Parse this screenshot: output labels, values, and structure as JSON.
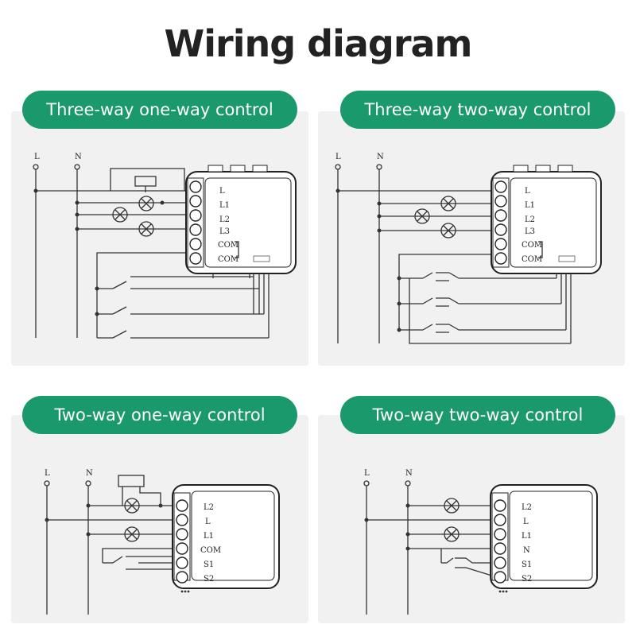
{
  "title": "Wiring diagram",
  "accent_color": "#1a9a6c",
  "panels": [
    {
      "heading": "Three-way one-way control",
      "line_label": "L",
      "neutral_label": "N",
      "terminals": [
        "L",
        "L1",
        "L2",
        "L3",
        "COM",
        "COM"
      ]
    },
    {
      "heading": "Three-way two-way control",
      "line_label": "L",
      "neutral_label": "N",
      "terminals": [
        "L",
        "L1",
        "L2",
        "L3",
        "COM",
        "COM"
      ]
    },
    {
      "heading": "Two-way one-way control",
      "line_label": "L",
      "neutral_label": "N",
      "terminals": [
        "L2",
        "L",
        "L1",
        "COM",
        "S1",
        "S2"
      ]
    },
    {
      "heading": "Two-way two-way control",
      "line_label": "L",
      "neutral_label": "N",
      "terminals": [
        "L2",
        "L",
        "L1",
        "N",
        "S1",
        "S2"
      ]
    }
  ]
}
